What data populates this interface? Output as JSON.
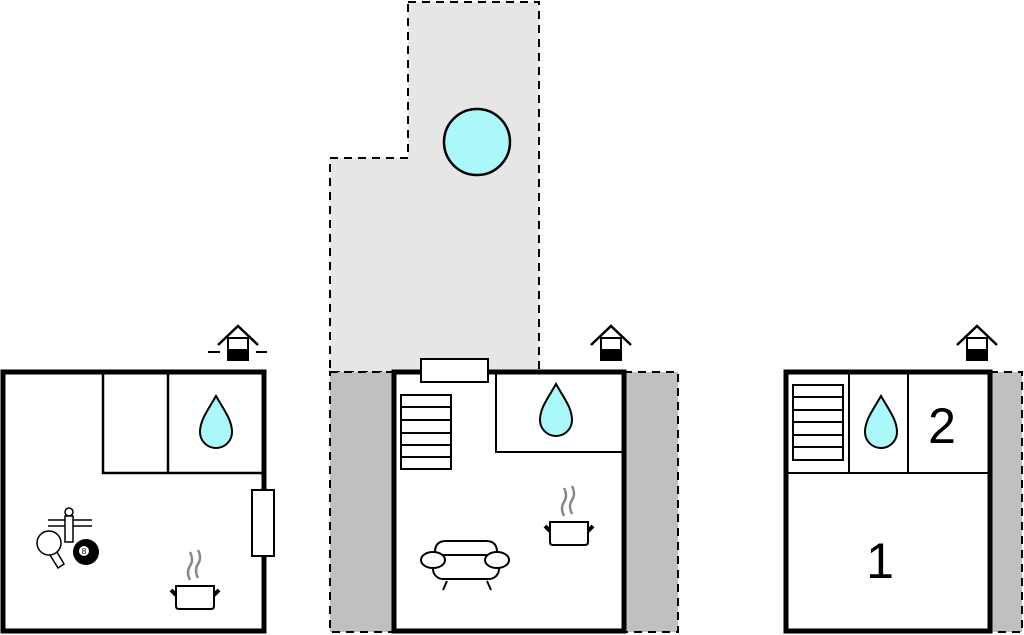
{
  "colors": {
    "wall": "#000000",
    "terrace": "#e6e6e6",
    "annex": "#c0c0c0",
    "water": "#aaf8fa"
  },
  "floor_labels": {
    "ground": "1",
    "upper": "2"
  },
  "icons": [
    "house-entrance-icon",
    "water-drop-icon",
    "pool-icon",
    "stairs-icon",
    "cooking-pot-icon",
    "sofa-icon",
    "table-tennis-icon",
    "billiard-ball-icon",
    "foosball-icon"
  ],
  "billiard_ball_number": "8"
}
